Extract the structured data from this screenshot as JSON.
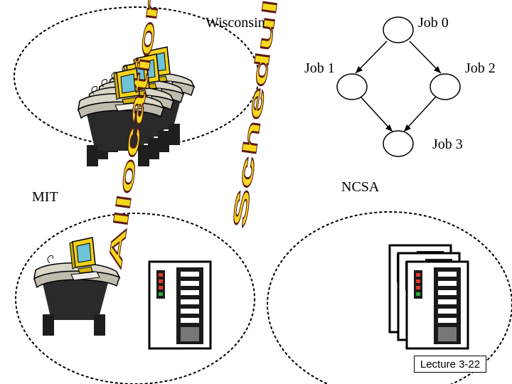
{
  "diagram": {
    "sites": {
      "wisconsin": "Wisconsin",
      "mit": "MIT",
      "ncsa": "NCSA"
    },
    "jobs": [
      "Job 0",
      "Job 1",
      "Job 2",
      "Job 3"
    ],
    "questions": {
      "allocation": "Allocation?",
      "scheduling": "Scheduling?"
    },
    "colors": {
      "question_fill": "#f5d81c",
      "question_outline": "#5a1a18",
      "monitor_fill": "#f2d21a",
      "desk_top": "#d9d6c8",
      "server_dark": "#1a1a1a",
      "led_red": "#e23a2a",
      "led_green": "#2eaa3a"
    }
  },
  "footer": {
    "text": "Lecture 3-22"
  }
}
